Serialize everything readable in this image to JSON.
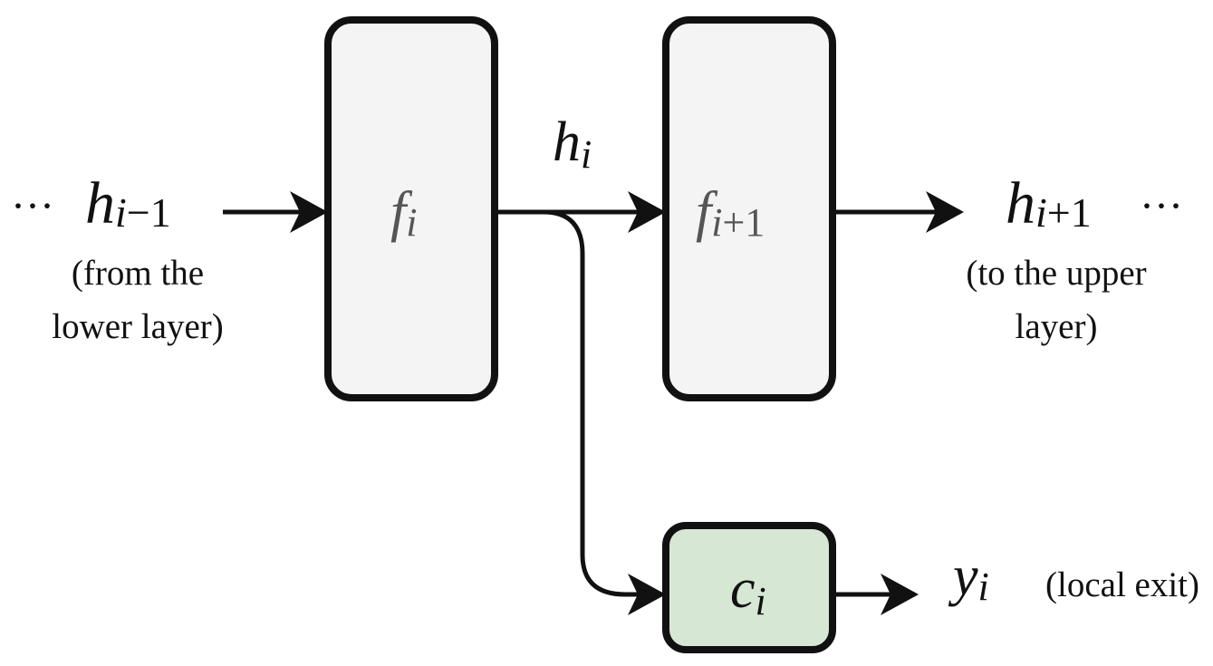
{
  "input": {
    "ellipsis": "···",
    "var": "h",
    "sub_i": "i",
    "sub_op": "−1",
    "note_line1": "(from the",
    "note_line2": "lower layer)"
  },
  "block_i": {
    "var": "f",
    "sub": "i"
  },
  "hidden_i": {
    "var": "h",
    "sub": "i"
  },
  "block_next": {
    "var": "f",
    "sub_i": "i",
    "sub_op": "+1"
  },
  "output": {
    "var": "h",
    "sub_i": "i",
    "sub_op": "+1",
    "ellipsis": "···",
    "note_line1": "(to the upper",
    "note_line2": "layer)"
  },
  "classifier": {
    "var": "c",
    "sub": "i"
  },
  "exit": {
    "var": "y",
    "sub": "i",
    "note": "(local exit)"
  },
  "colors": {
    "block_fill": "#f4f4f4",
    "classifier_fill": "#d6e8d4",
    "stroke": "#111111"
  }
}
